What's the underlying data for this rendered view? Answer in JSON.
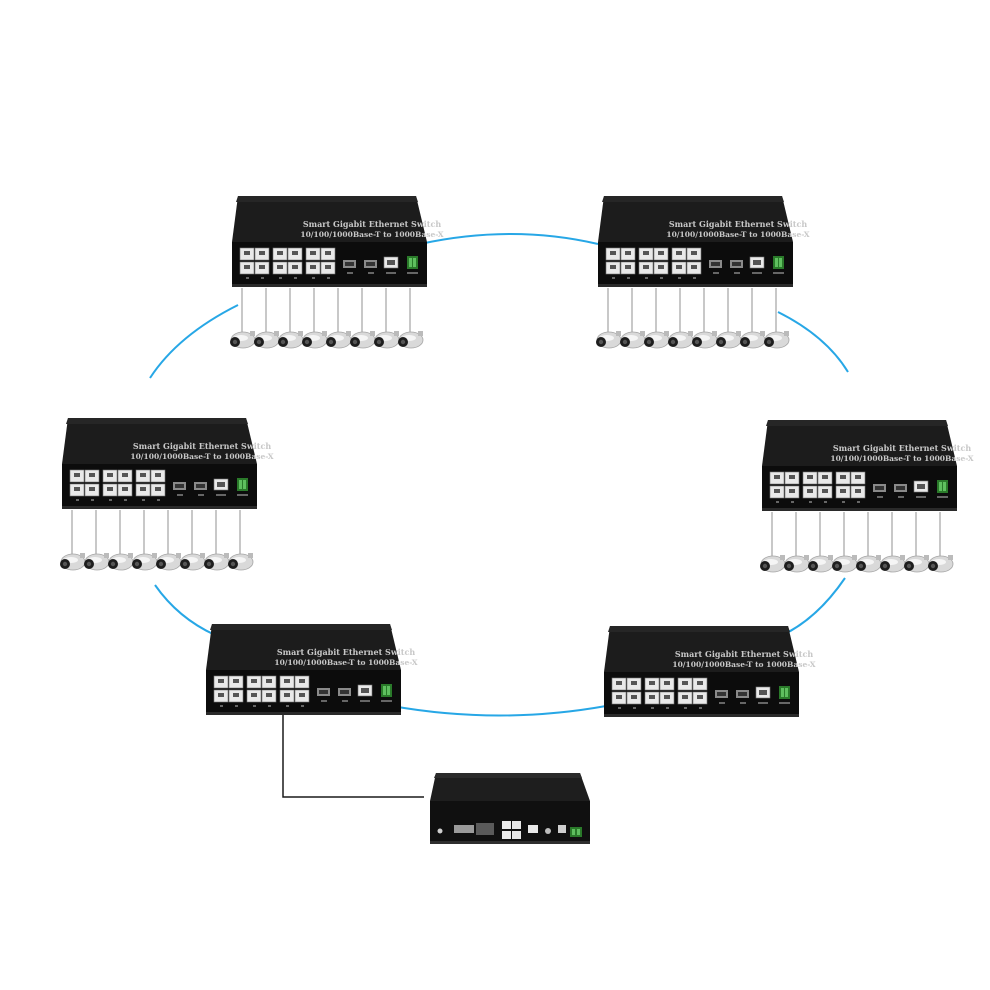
{
  "switch": {
    "title_line1": "Smart Gigabit Ethernet Switch",
    "title_line2": "10/100/1000Base-T to 1000Base-X"
  },
  "colors": {
    "fiber": "#27a7e6",
    "chassis": "#141414",
    "chassis_top": "#1c1c1c",
    "port": "#e9e9e9",
    "camera": "#d9d9d9",
    "copper_line": "#1a1a1a"
  },
  "diagram": {
    "type": "ring-network",
    "switch_count": 6,
    "cameras_per_group": 8,
    "camera_groups": 4,
    "ring_link": "fiber",
    "uplink": "switch-bottom-left-to-nvr"
  }
}
